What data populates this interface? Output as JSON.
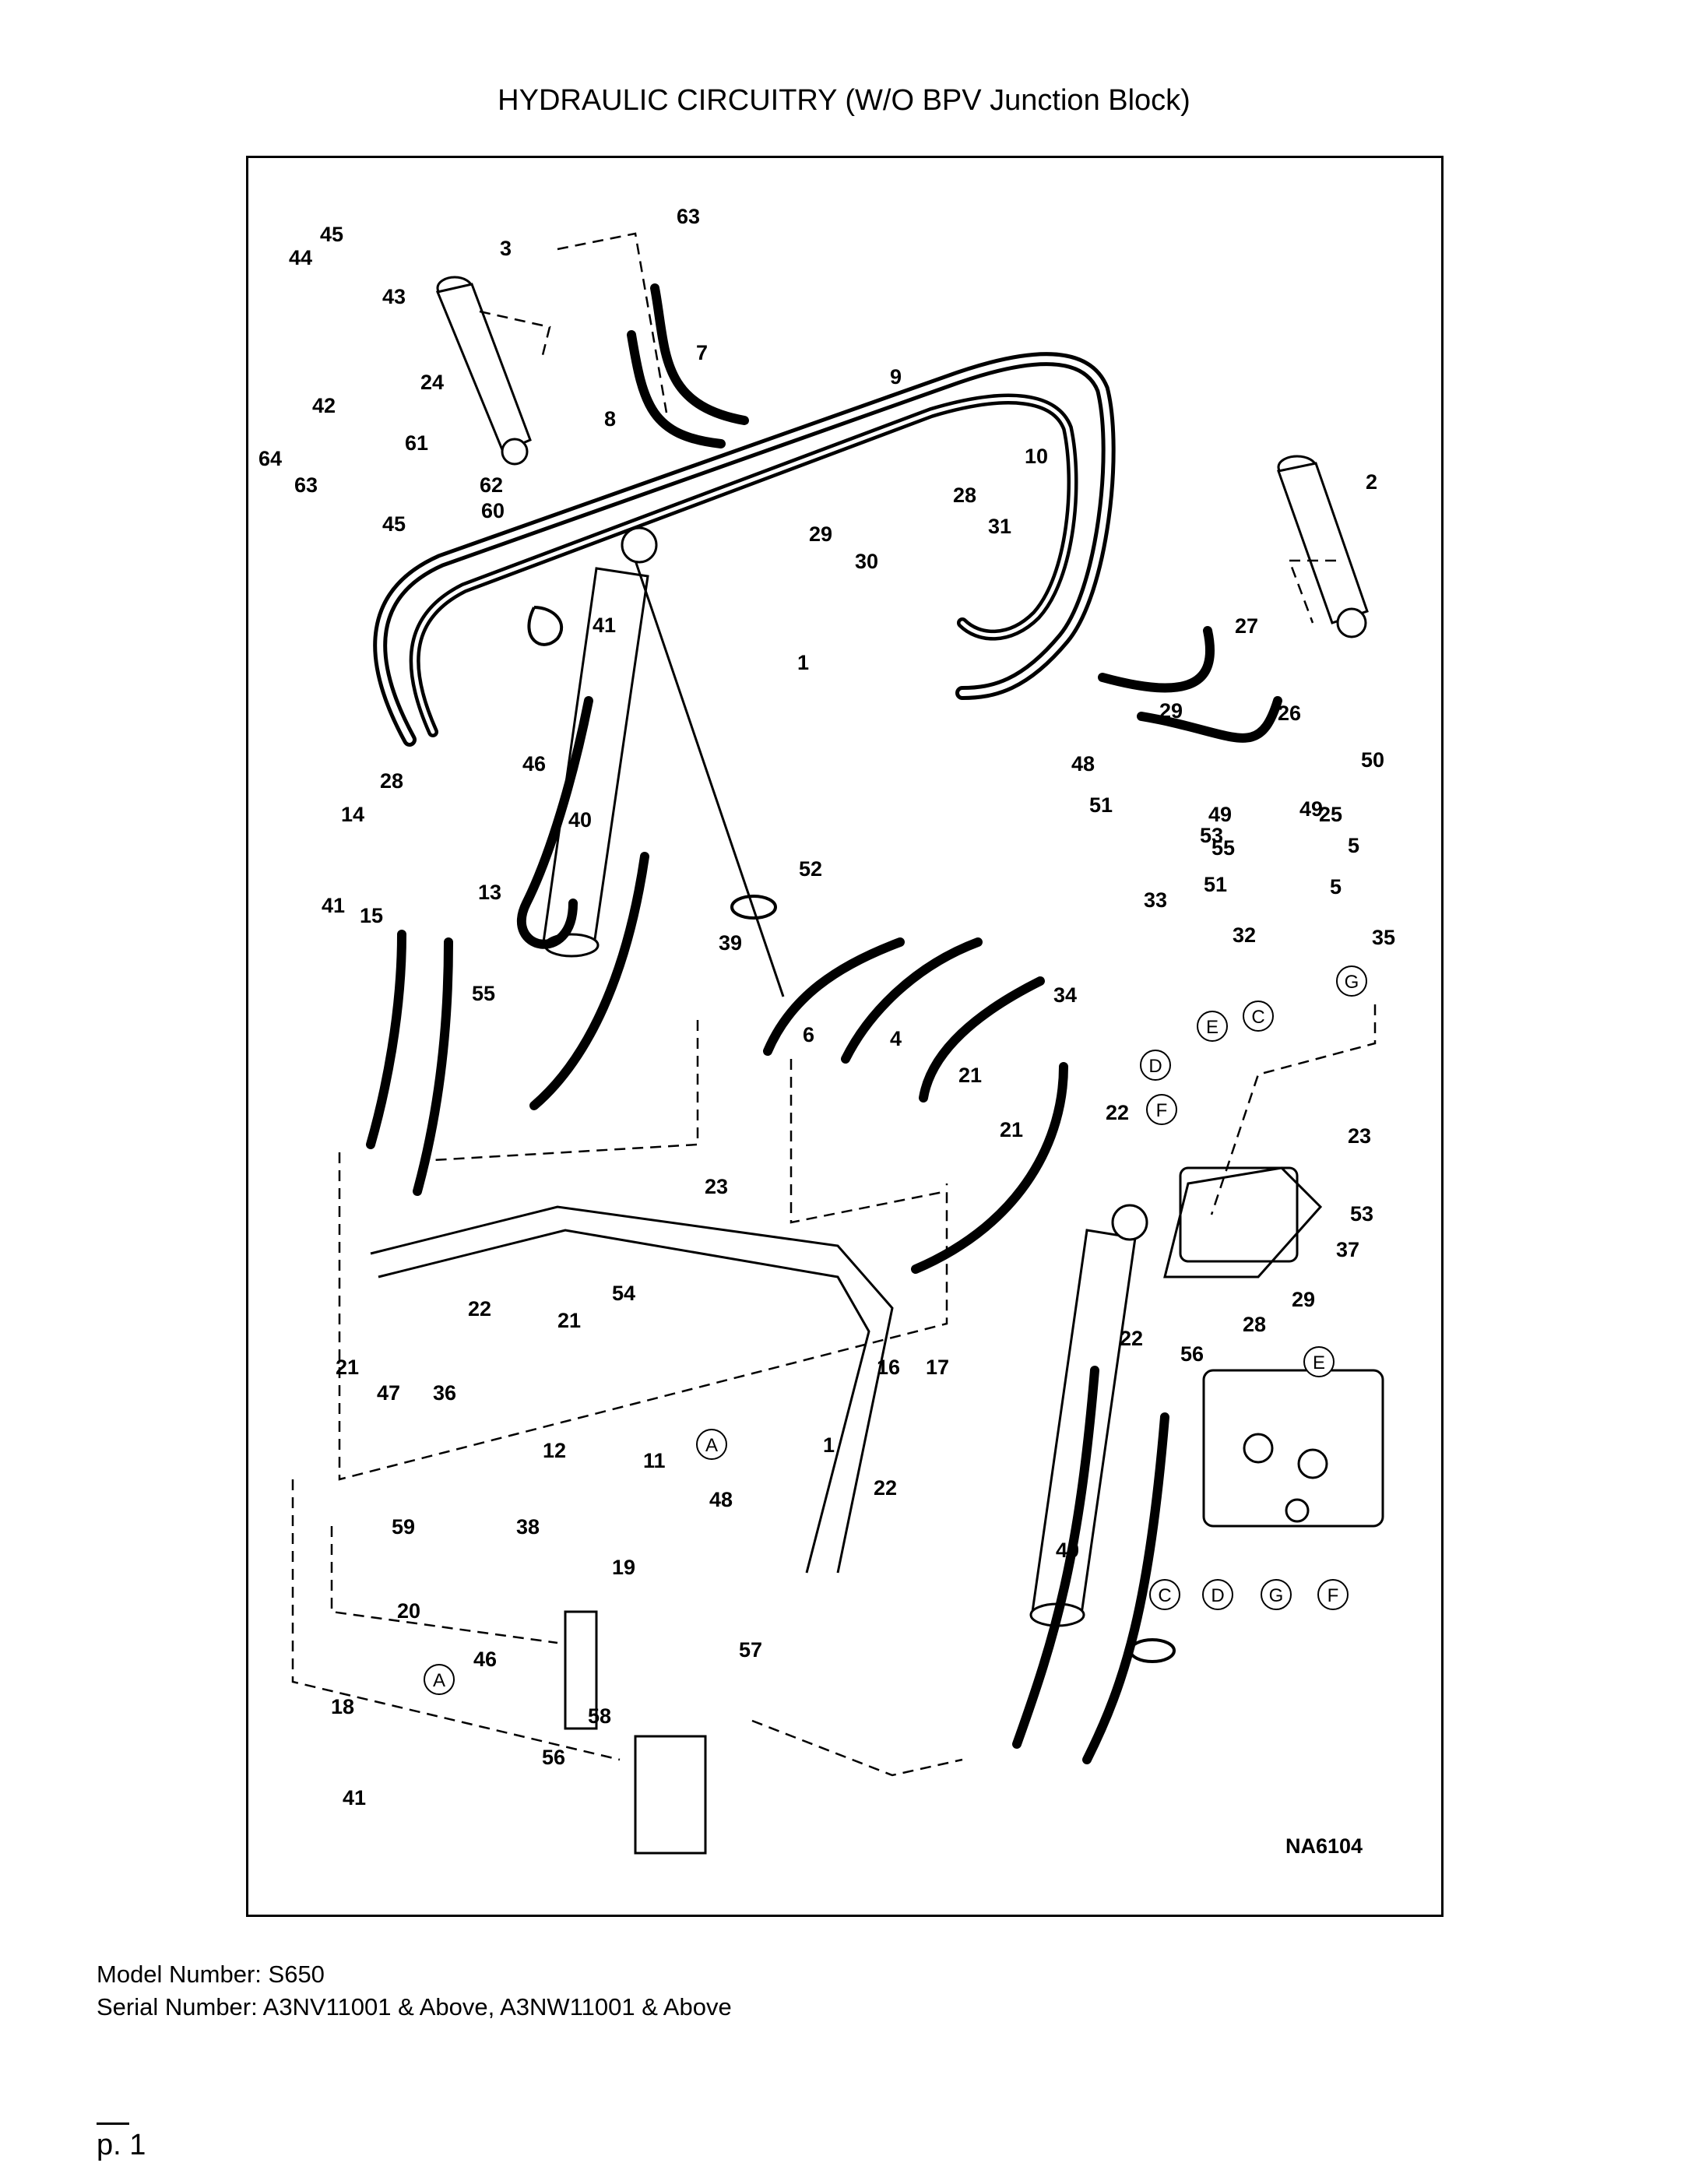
{
  "title": "HYDRAULIC CIRCUITRY (W/O BPV Junction Block)",
  "drawing_number": "NA6104",
  "callouts": [
    "63",
    "45",
    "44",
    "3",
    "43",
    "7",
    "8",
    "9",
    "10",
    "24",
    "42",
    "64",
    "61",
    "62",
    "63",
    "45",
    "60",
    "2",
    "28",
    "29",
    "31",
    "30",
    "41",
    "1",
    "27",
    "26",
    "25",
    "29",
    "46",
    "28",
    "14",
    "13",
    "41",
    "15",
    "40",
    "39",
    "52",
    "55",
    "48",
    "51",
    "49",
    "49",
    "50",
    "55",
    "53",
    "5",
    "5",
    "51",
    "32",
    "33",
    "34",
    "35",
    "6",
    "4",
    "21",
    "21",
    "22",
    "23",
    "23",
    "54",
    "21",
    "22",
    "21",
    "47",
    "36",
    "16",
    "17",
    "12",
    "11",
    "1",
    "48",
    "22",
    "49",
    "22",
    "53",
    "37",
    "29",
    "28",
    "56",
    "59",
    "38",
    "19",
    "57",
    "20",
    "46",
    "58",
    "18",
    "56",
    "41"
  ],
  "connection_letters": [
    "E",
    "C",
    "G",
    "D",
    "F",
    "A",
    "A",
    "E",
    "C",
    "D",
    "G",
    "F"
  ],
  "footer": {
    "model": "Model Number: S650",
    "serial": "Serial Number: A3NV11001 & Above, A3NW11001 & Above"
  },
  "page_number": "p. 1"
}
